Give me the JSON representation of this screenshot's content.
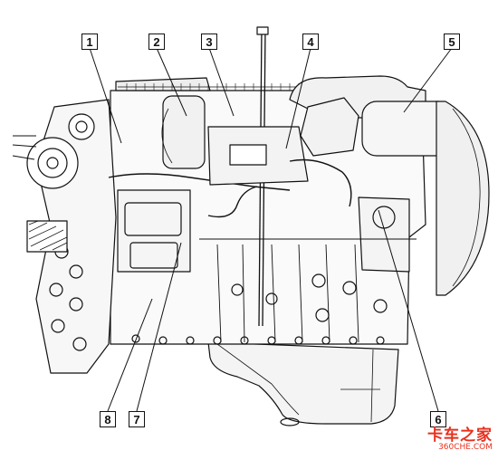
{
  "callouts": [
    {
      "id": "1",
      "label": "1"
    },
    {
      "id": "2",
      "label": "2"
    },
    {
      "id": "3",
      "label": "3"
    },
    {
      "id": "4",
      "label": "4"
    },
    {
      "id": "5",
      "label": "5"
    },
    {
      "id": "6",
      "label": "6"
    },
    {
      "id": "7",
      "label": "7"
    },
    {
      "id": "8",
      "label": "8"
    }
  ],
  "watermark": {
    "main": "卡车之家",
    "sub": "360CHE.COM"
  }
}
